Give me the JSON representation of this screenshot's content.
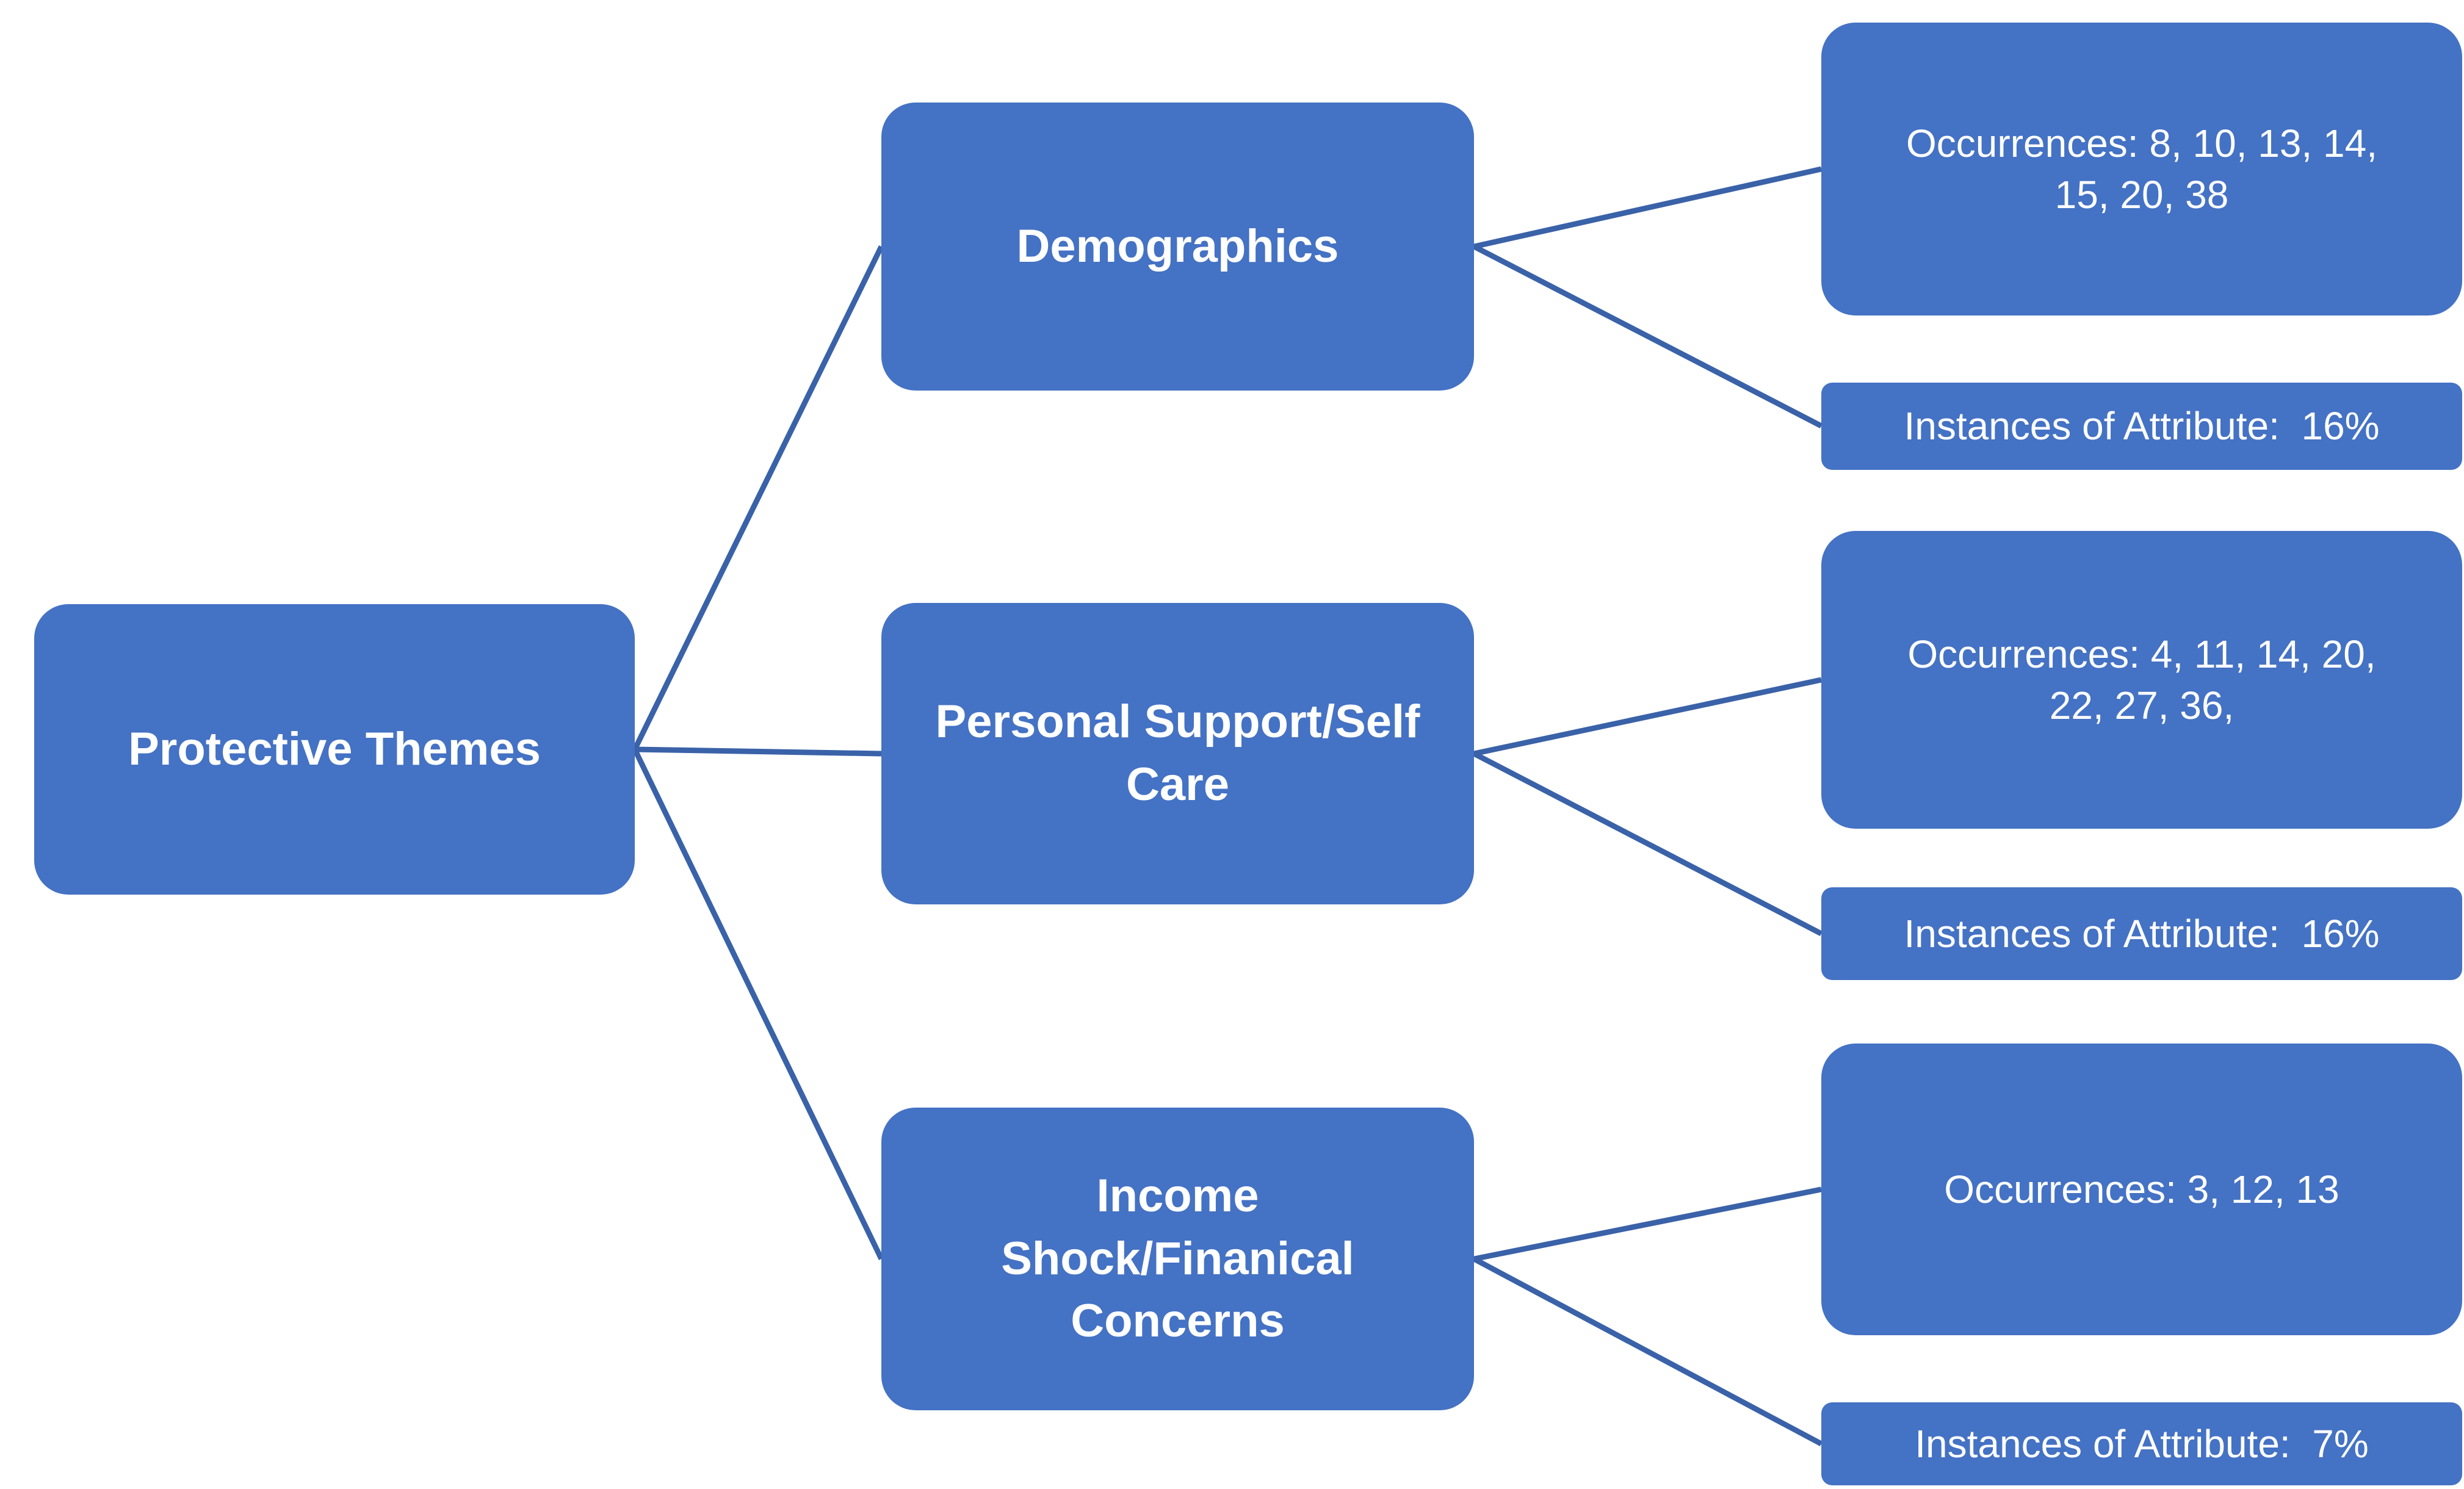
{
  "colors": {
    "node_fill": "#4472C4",
    "connector": "#3A62A8",
    "node_text": "#FFFFFF",
    "background": "#FFFFFF"
  },
  "root": {
    "label": "Protective Themes"
  },
  "branches": [
    {
      "label": "Demographics",
      "occurrences": {
        "text": "Occurrences: 8, 10, 13, 14,\n15, 20, 38",
        "values": [
          8,
          10,
          13,
          14,
          15,
          20,
          38
        ]
      },
      "instances": {
        "text": "Instances of Attribute:  16%",
        "percent": "16%"
      }
    },
    {
      "label": "Personal Support/Self\nCare",
      "occurrences": {
        "text": "Occurrences: 4, 11, 14, 20,\n22, 27, 36,",
        "values": [
          4,
          11,
          14,
          20,
          22,
          27,
          36
        ]
      },
      "instances": {
        "text": "Instances of Attribute:  16%",
        "percent": "16%"
      }
    },
    {
      "label": "Income\nShock/Finanical\nConcerns",
      "occurrences": {
        "text": "Occurrences: 3, 12, 13",
        "values": [
          3,
          12,
          13
        ]
      },
      "instances": {
        "text": "Instances of Attribute:  7%",
        "percent": "7%"
      }
    }
  ]
}
